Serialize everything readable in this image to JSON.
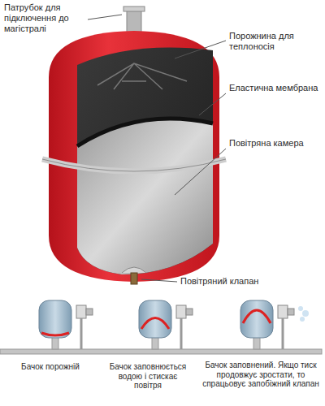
{
  "diagram": {
    "labels": [
      "Патрубок для підключення до магістралі",
      "Порожнина для теплоносія",
      "Еластична мембрана",
      "Повітряна камера",
      "Повітряний клапан",
      "Бачок порожній",
      "Бачок заповнюється водою і стискає повітря",
      "Бачок заповнений. Якщо тиск продовжує зростати, то спрацьовує запобіжний клапан"
    ]
  }
}
